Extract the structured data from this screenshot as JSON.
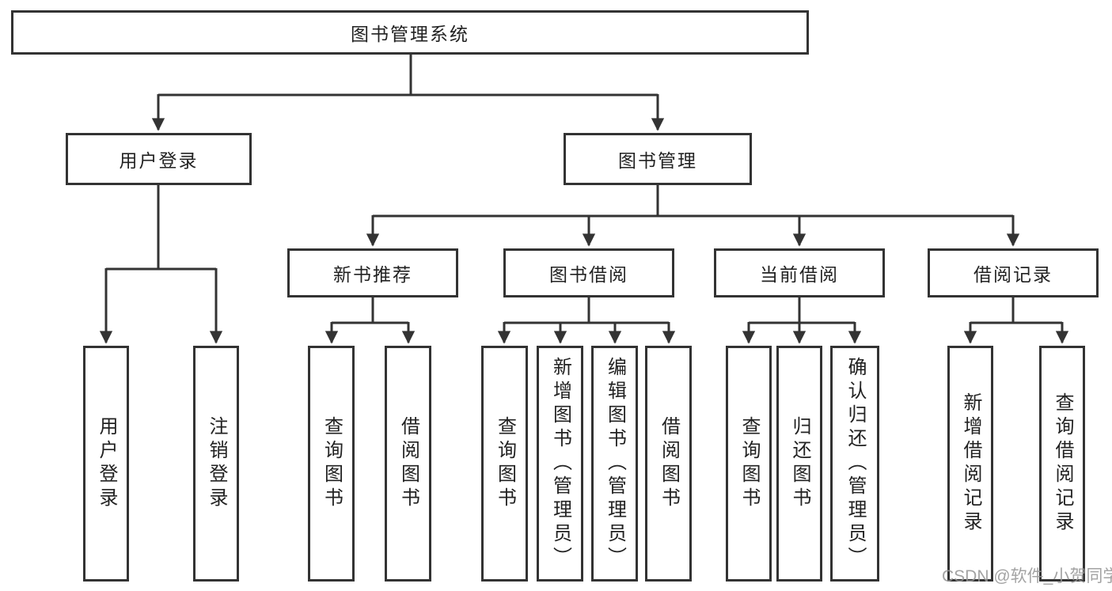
{
  "diagram": {
    "root": {
      "label": "图书管理系统"
    },
    "level2": {
      "user_login": {
        "label": "用户登录"
      },
      "book_management": {
        "label": "图书管理"
      }
    },
    "level3": {
      "new_book_recommend": {
        "label": "新书推荐"
      },
      "book_borrow": {
        "label": "图书借阅"
      },
      "current_borrow": {
        "label": "当前借阅"
      },
      "borrow_records": {
        "label": "借阅记录"
      }
    },
    "leaves": {
      "user_login": [
        "用户登录",
        "注销登录"
      ],
      "new_book_recommend": [
        "查询图书",
        "借阅图书"
      ],
      "book_borrow": [
        "查询图书",
        "新增图书（管理员）",
        "编辑图书（管理员）",
        "借阅图书"
      ],
      "current_borrow": [
        "查询图书",
        "归还图书",
        "确认归还（管理员）"
      ],
      "borrow_records": [
        "新增借阅记录",
        "查询借阅记录"
      ]
    },
    "colors": {
      "line": "#333333",
      "box_border": "#333333",
      "text": "#222222",
      "background": "#ffffff",
      "watermark": "#969696"
    }
  },
  "watermark": {
    "text": "CSDN @软件_小贺同学"
  }
}
